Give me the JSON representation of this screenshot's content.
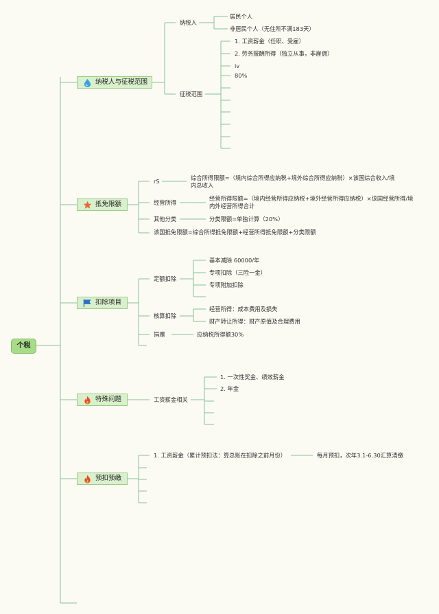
{
  "root": "个税",
  "icons": {
    "b1": "water-drop-icon",
    "b2": "star-icon",
    "b3": "flag-icon",
    "b4": "flame-icon",
    "b5": "flame-icon"
  },
  "colors": {
    "line": "#86c29a",
    "root_fill": "#a8dc88",
    "branch_fill": "#d9f0cc",
    "drop": "#3aa0e0",
    "star": "#e8663a",
    "flag": "#2a72c8",
    "flame": "#e84a2e"
  },
  "b1": {
    "label": "纳税人与征税范围",
    "taxpayer": {
      "label": "纳税人",
      "resident": "居民个人",
      "nonresident": "非居民个人（无住所不满183天）"
    },
    "scope": {
      "label": "征税范围",
      "i1": "1. 工资薪金（任职、受雇）",
      "i2": "2. 劳务报酬所得（独立从事，非雇佣）",
      "i3": "iv",
      "i4": "80%"
    }
  },
  "b2": {
    "label": "抵免限额",
    "rs": {
      "label": "rS",
      "detail": "综合所得限额=（境内综合所得应纳税+境外综合所得应纳税）×该国综合收入/境内总收入"
    },
    "biz": {
      "label": "经营所得",
      "detail": "经营所得限额=（境内经营所得应纳税+境外经营所得应纳税）×该国经营所得/境内外经营所得合计"
    },
    "other": {
      "label": "其他分类",
      "detail": "分类限额=单独计算（20%）"
    },
    "total": "该国抵免限额=综合所得抵免限额+经营所得抵免限额+分类限额"
  },
  "b3": {
    "label": "扣除项目",
    "fixed": {
      "label": "定额扣除",
      "a": "基本减除 60000/年",
      "b": "专项扣除（三险一金）",
      "c": "专项附加扣除"
    },
    "calc": {
      "label": "核算扣除",
      "a": "经营所得：成本费用及损失",
      "b": "财产转让所得：财产原值及合理费用"
    },
    "donate": {
      "label": "捐赠",
      "detail": "应纳税所得额30%"
    }
  },
  "b4": {
    "label": "特殊问题",
    "salary": {
      "label": "工资薪金相关",
      "a": "1. 一次性奖金、绩效薪金",
      "b": "2. 年金"
    }
  },
  "b5": {
    "label": "预扣预缴",
    "salary": {
      "label": "1. 工资薪金（累计预扣法：算总账在扣除之前月份）",
      "detail": "每月预扣，次年3.1-6.30汇算清缴"
    }
  }
}
